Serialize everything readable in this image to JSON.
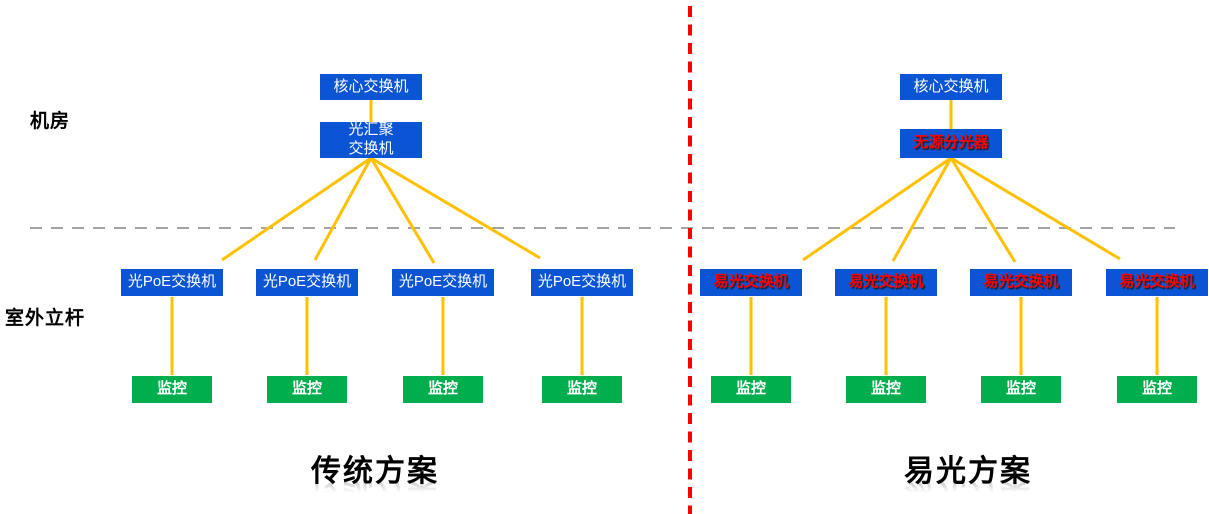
{
  "zone_labels": {
    "machine_room": "机房",
    "outdoor_pole": "室外立杆"
  },
  "left_scheme": {
    "title": "传统方案",
    "core_switch": "核心交换机",
    "aggregation_switch": "光汇聚\n交换机",
    "access_switches": [
      "光PoE交换机",
      "光PoE交换机",
      "光PoE交换机",
      "光PoE交换机"
    ],
    "monitors": [
      "监控",
      "监控",
      "监控",
      "监控"
    ]
  },
  "right_scheme": {
    "title": "易光方案",
    "core_switch": "核心交换机",
    "splitter": "无源分光器",
    "access_switches": [
      "易光交换机",
      "易光交换机",
      "易光交换机",
      "易光交换机"
    ],
    "monitors": [
      "监控",
      "监控",
      "监控",
      "监控"
    ]
  },
  "colors": {
    "box_blue": "#0B55D4",
    "box_green": "#00AE4E",
    "link_yellow": "#FFC000",
    "divider_red": "#FF0000",
    "divider_gray": "#A3A3A3",
    "highlight_text_red": "#FF0000"
  }
}
